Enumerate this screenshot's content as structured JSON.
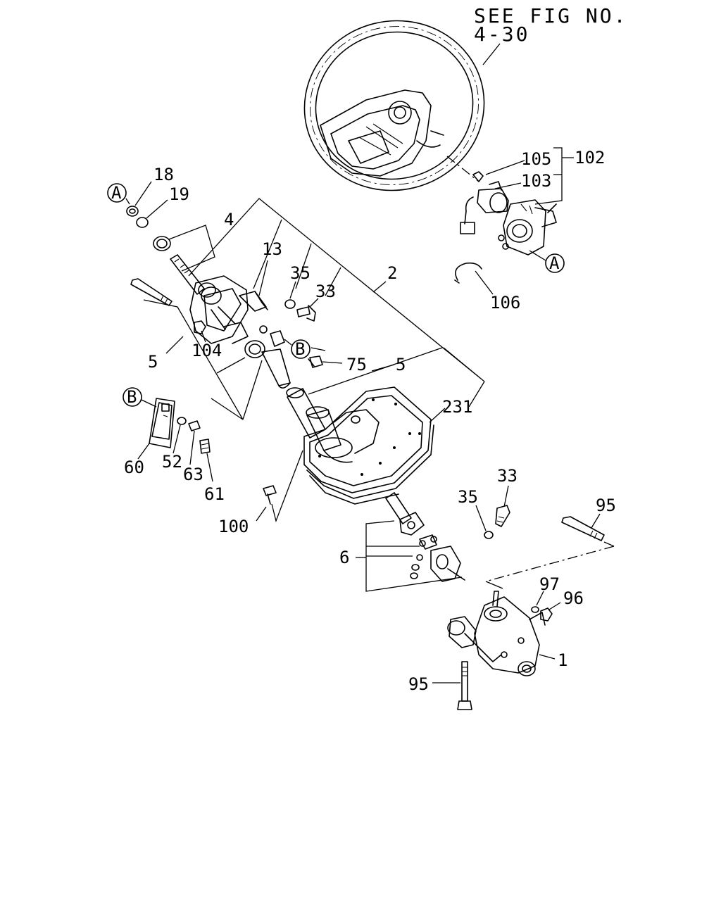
{
  "header": {
    "line1": "SEE FIG NO.",
    "line2": "4-30"
  },
  "callouts": {
    "c1": "1",
    "c2": "2",
    "c4": "4",
    "c5a": "5",
    "c5b": "5",
    "c6": "6",
    "c13": "13",
    "c18": "18",
    "c19": "19",
    "c33a": "33",
    "c33b": "33",
    "c35a": "35",
    "c35b": "35",
    "c52": "52",
    "c60": "60",
    "c61": "61",
    "c63": "63",
    "c75": "75",
    "c95a": "95",
    "c95b": "95",
    "c96": "96",
    "c97": "97",
    "c100": "100",
    "c102": "102",
    "c103": "103",
    "c104": "104",
    "c105": "105",
    "c106": "106",
    "c231": "231"
  },
  "refs": {
    "a1": "A",
    "a2": "A",
    "b1": "B",
    "b2": "B"
  }
}
